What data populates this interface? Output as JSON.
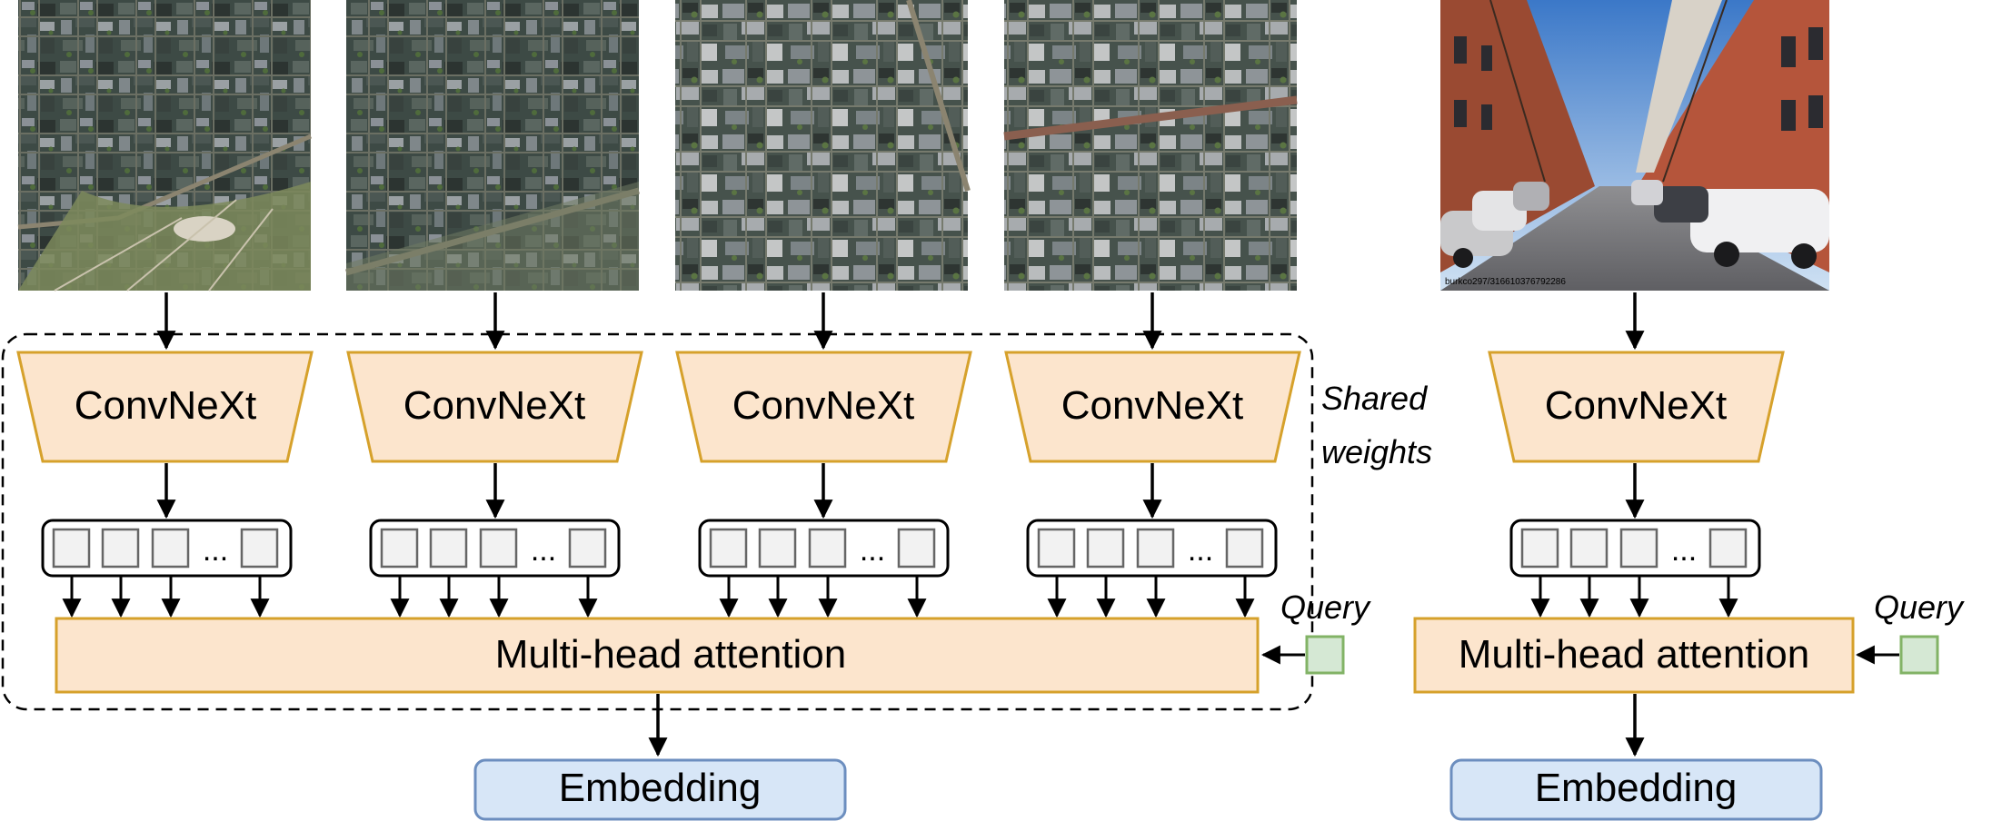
{
  "labels": {
    "encoder": "ConvNeXt",
    "attention": "Multi-head attention",
    "embedding": "Embedding",
    "query": "Query",
    "shared_line1": "Shared",
    "shared_line2": "weights",
    "ellipsis": "...",
    "photo_caption": "burkco297/316610376792286"
  },
  "colors": {
    "encoder_fill": "#fce5cd",
    "encoder_stroke": "#d6a12b",
    "attention_fill": "#fce5cd",
    "attention_stroke": "#d6a12b",
    "embedding_fill": "#d7e6f7",
    "embedding_stroke": "#6c8ebf",
    "query_fill": "#d5e8d4",
    "query_stroke": "#82b366",
    "token_fill": "#f2f2f2",
    "token_stroke": "#666666"
  },
  "images": [
    {
      "kind": "aerial-map"
    },
    {
      "kind": "aerial-map"
    },
    {
      "kind": "aerial-map"
    },
    {
      "kind": "aerial-map"
    },
    {
      "kind": "street-photo"
    }
  ]
}
